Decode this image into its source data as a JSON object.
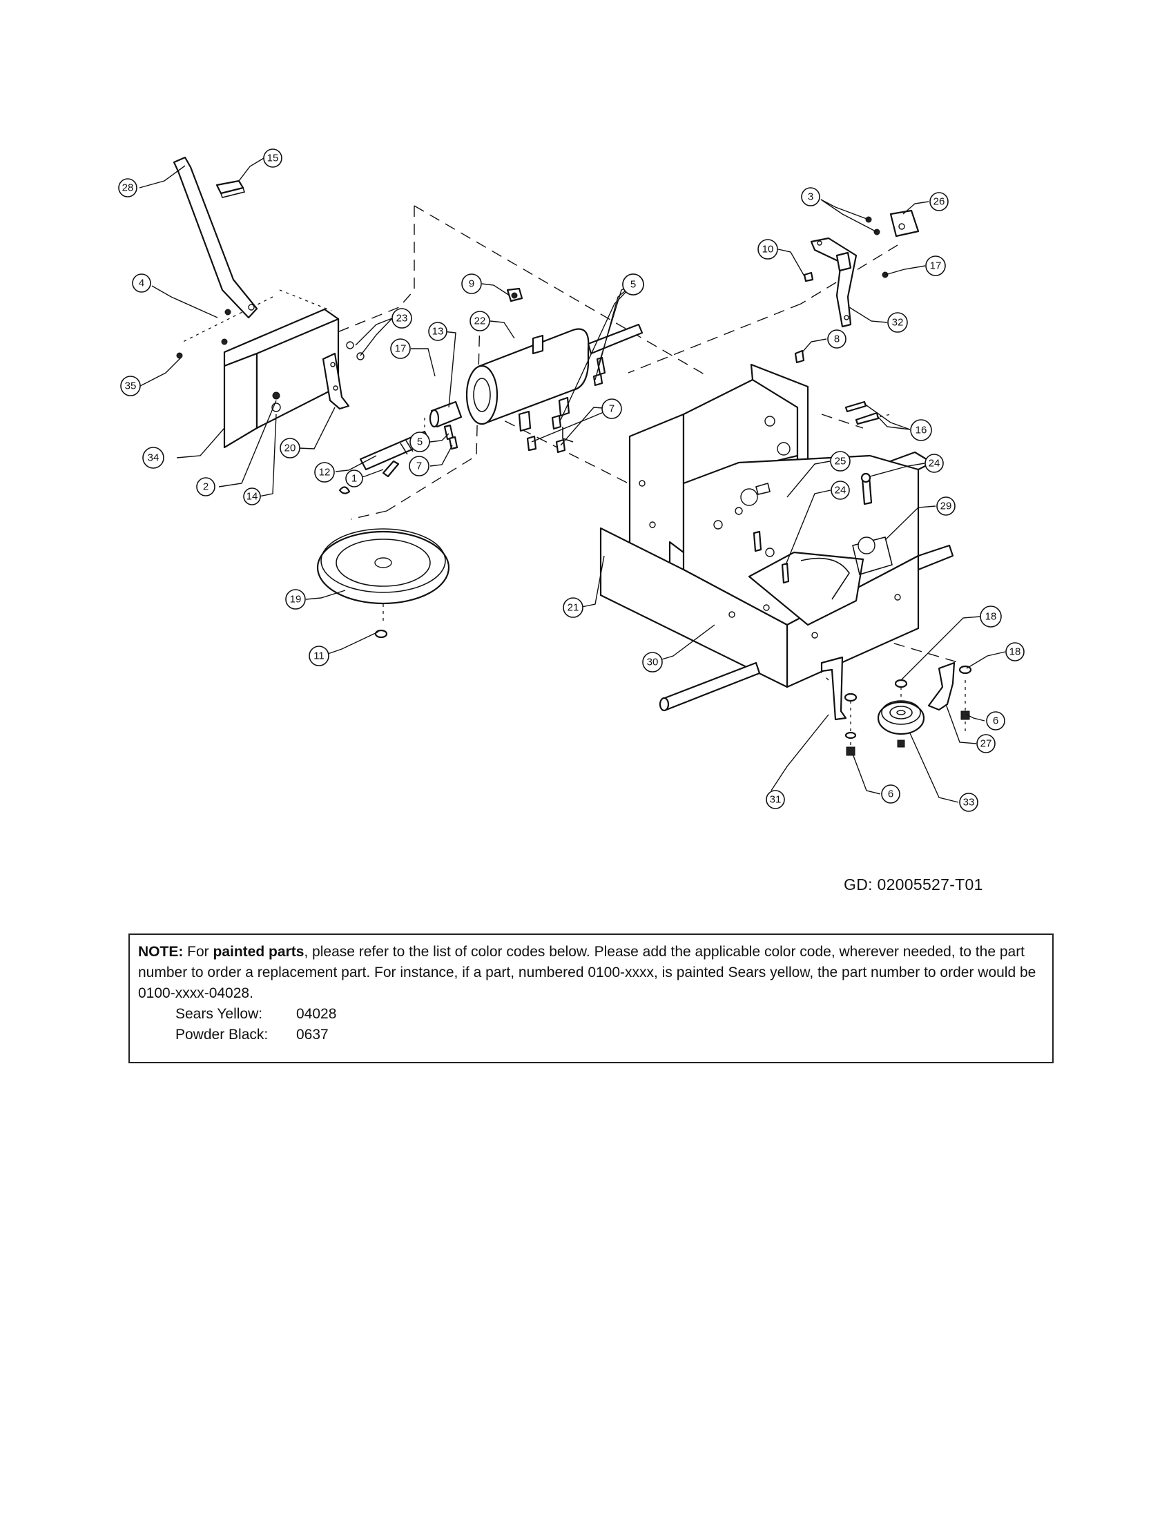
{
  "diagram": {
    "callouts": [
      "1",
      "2",
      "3",
      "4",
      "5",
      "5",
      "5",
      "6",
      "6",
      "7",
      "7",
      "8",
      "8",
      "9",
      "10",
      "11",
      "12",
      "13",
      "14",
      "15",
      "16",
      "17",
      "17",
      "18",
      "18",
      "19",
      "20",
      "21",
      "22",
      "23",
      "24",
      "24",
      "25",
      "26",
      "27",
      "28",
      "29",
      "30",
      "31",
      "32",
      "33",
      "34",
      "35"
    ]
  },
  "doc_id": "GD: 02005527-T01",
  "note": {
    "label": "NOTE:",
    "text_1": "For",
    "bold_1": "painted parts",
    "text_2": ", please refer to the list of color codes below. Please add the applicable color code, wherever needed, to the part number to order a replacement part. For instance, if a part, numbered 0100-xxxx, is painted Sears yellow, the part number to order would be 0100-xxxx-04028.",
    "colors": [
      {
        "name": "Sears Yellow:",
        "code": "04028"
      },
      {
        "name": "Powder Black:",
        "code": "0637"
      }
    ]
  }
}
